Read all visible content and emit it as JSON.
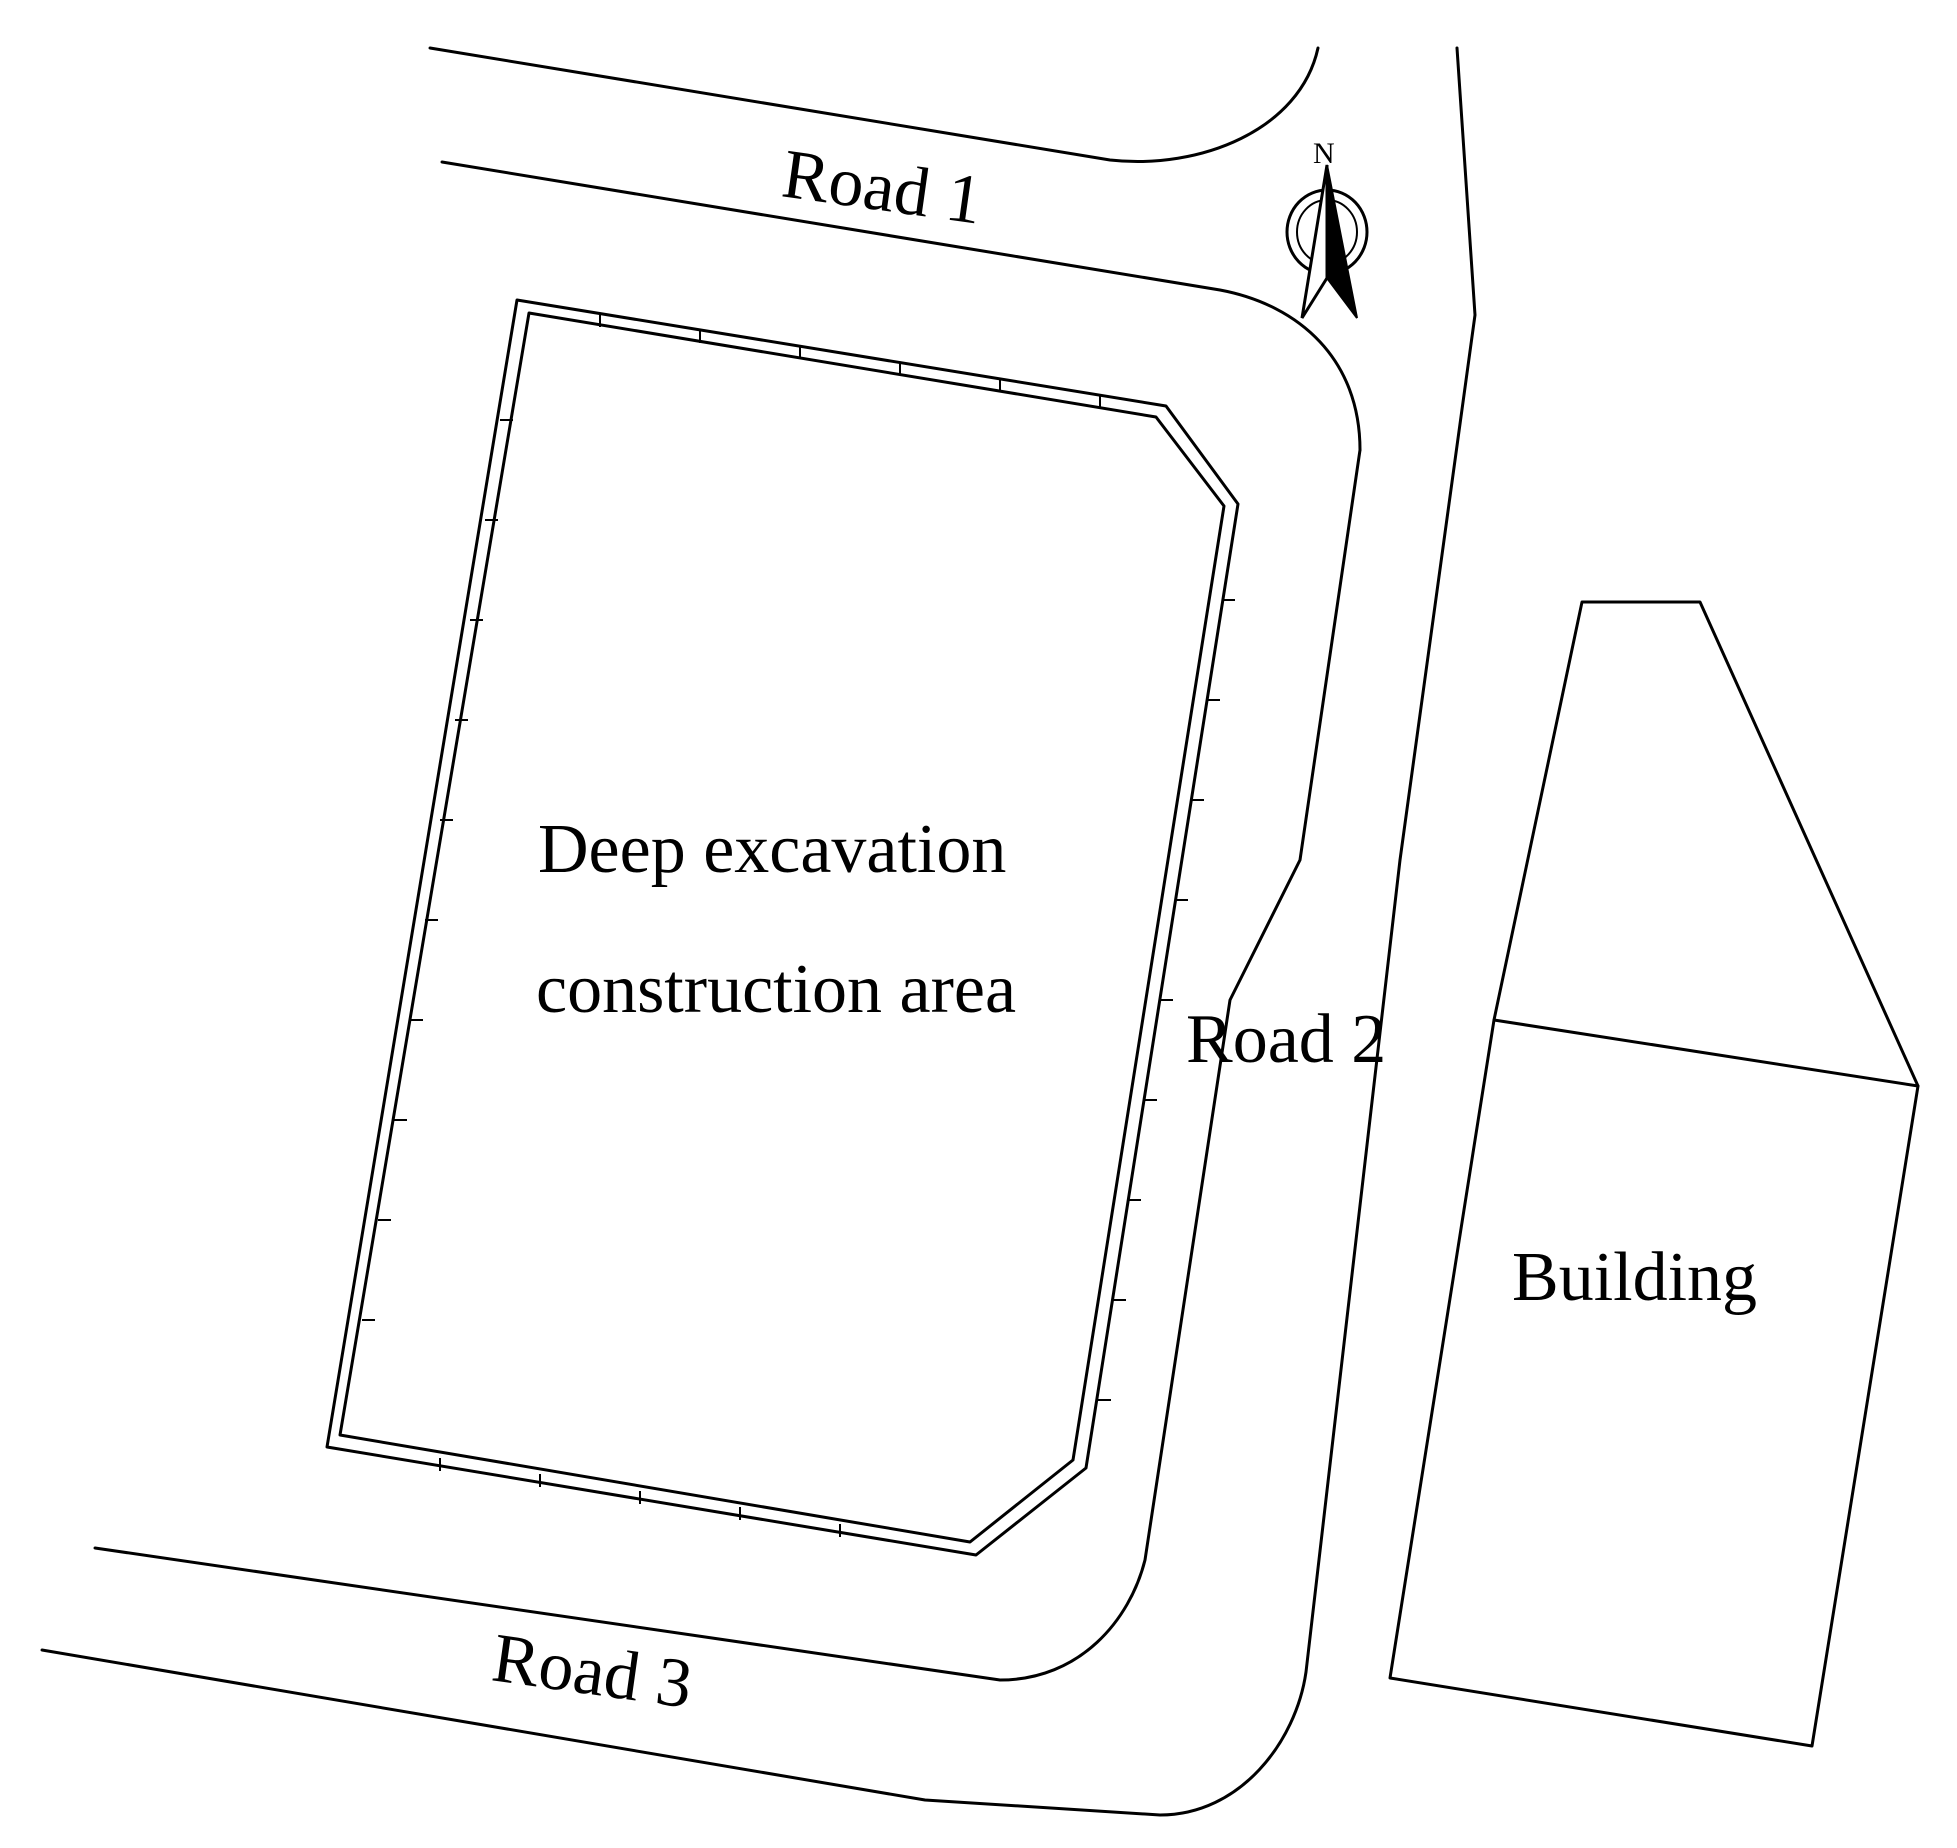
{
  "labels": {
    "road_1": "Road 1",
    "road_2": "Road 2",
    "road_3": "Road 3",
    "excavation_line_1": "Deep excavation",
    "excavation_line_2": "construction area",
    "building": "Building"
  },
  "compass": {
    "letter": "N",
    "icon": "north-arrow-icon"
  },
  "colors": {
    "line": "#000000",
    "background": "#ffffff"
  }
}
